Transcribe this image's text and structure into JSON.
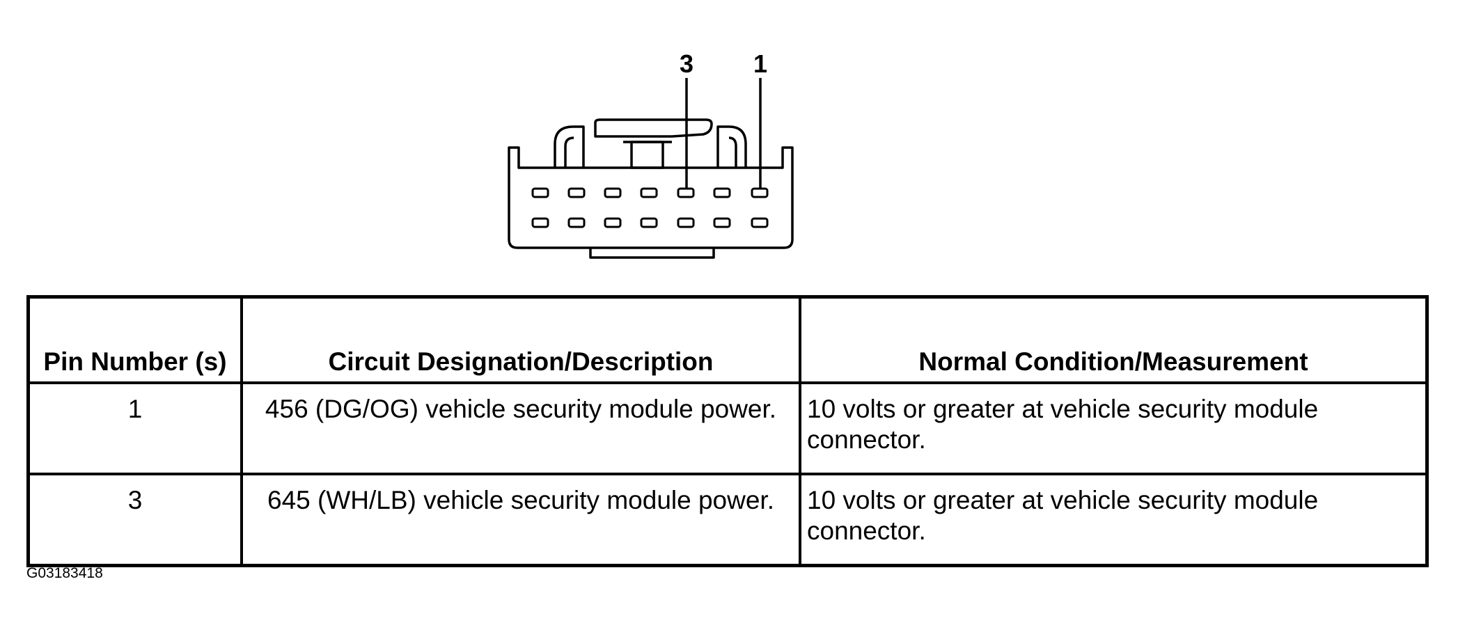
{
  "diagram": {
    "callouts": [
      "3",
      "1"
    ],
    "icon": "connector-face-icon"
  },
  "table": {
    "headers": {
      "pin": "Pin Number (s)",
      "description": "Circuit Designation/Description",
      "condition": "Normal Condition/Measurement"
    },
    "rows": [
      {
        "pin": "1",
        "description": "456 (DG/OG) vehicle security module power.",
        "condition": "10 volts or greater at vehicle security module connector."
      },
      {
        "pin": "3",
        "description": "645 (WH/LB) vehicle security module power.",
        "condition": "10 volts or greater at vehicle security module connector."
      }
    ]
  },
  "figure_id": "G03183418"
}
